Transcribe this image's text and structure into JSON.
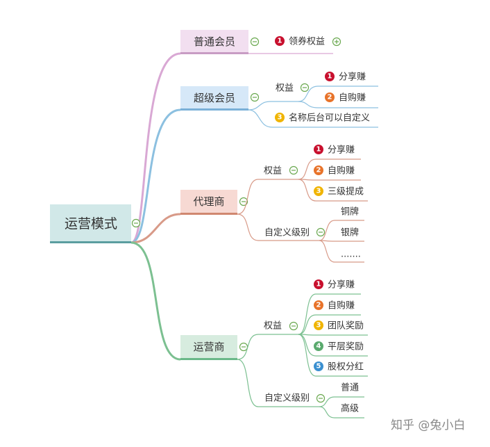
{
  "root": {
    "label": "运营模式"
  },
  "branches": [
    {
      "label": "普通会员",
      "children": [
        {
          "badge": "1",
          "label": "领券权益"
        }
      ]
    },
    {
      "label": "超级会员",
      "children": [
        {
          "label": "权益",
          "children": [
            {
              "badge": "1",
              "label": "分享赚"
            },
            {
              "badge": "2",
              "label": "自购赚"
            }
          ]
        },
        {
          "badge": "3",
          "label": "名称后台可以自定义"
        }
      ]
    },
    {
      "label": "代理商",
      "children": [
        {
          "label": "权益",
          "children": [
            {
              "badge": "1",
              "label": "分享赚"
            },
            {
              "badge": "2",
              "label": "自购赚"
            },
            {
              "badge": "3",
              "label": "三级提成"
            }
          ]
        },
        {
          "label": "自定义级别",
          "children": [
            {
              "label": "铜牌"
            },
            {
              "label": "银牌"
            },
            {
              "label": "......."
            }
          ]
        }
      ]
    },
    {
      "label": "运营商",
      "children": [
        {
          "label": "权益",
          "children": [
            {
              "badge": "1",
              "label": "分享赚"
            },
            {
              "badge": "2",
              "label": "自购赚"
            },
            {
              "badge": "3",
              "label": "团队奖励"
            },
            {
              "badge": "4",
              "label": "平层奖励"
            },
            {
              "badge": "5",
              "label": "股权分红"
            }
          ]
        },
        {
          "label": "自定义级别",
          "children": [
            {
              "label": "普通"
            },
            {
              "label": "高级"
            }
          ]
        }
      ]
    }
  ],
  "watermark": "知乎 @兔小白",
  "colors": {
    "badge1": "#c8102e",
    "badge2": "#e8732a",
    "badge3": "#f0b400",
    "badge4": "#5aaa6e",
    "badge5": "#3a8fd0",
    "collapse": "#6aa84f"
  }
}
